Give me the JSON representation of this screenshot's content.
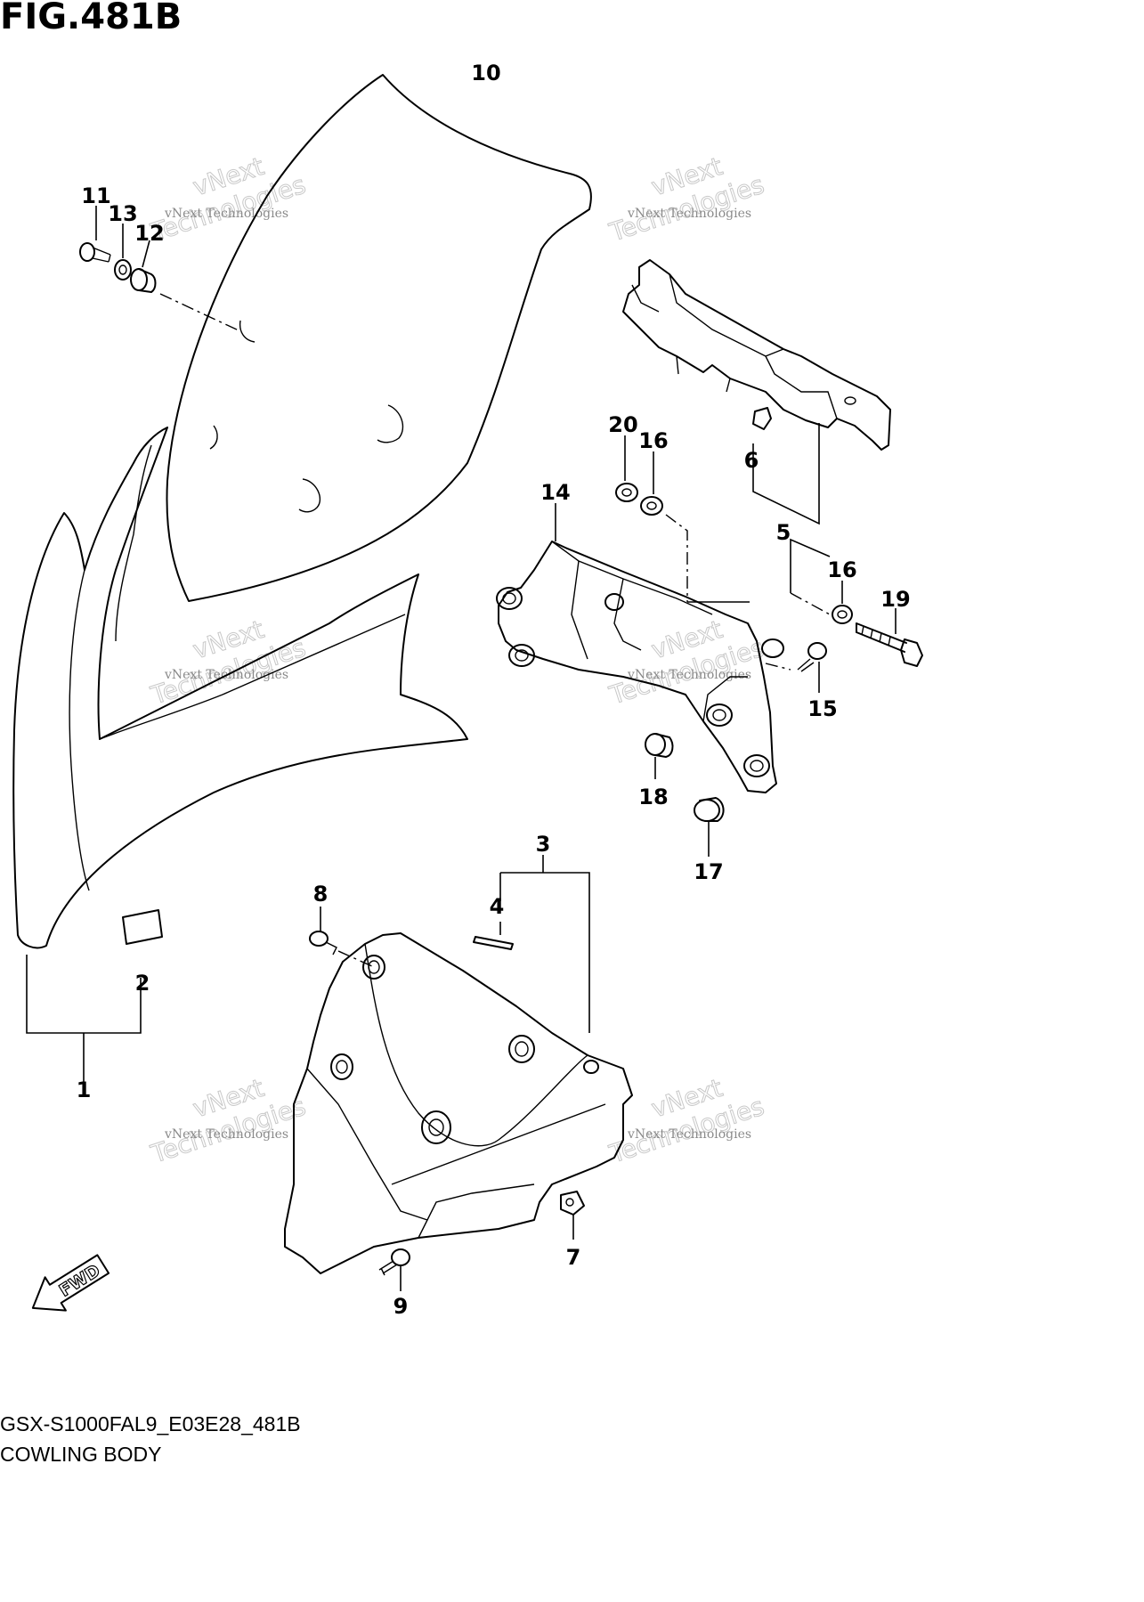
{
  "figure": {
    "title": "FIG.481B",
    "model_code": "GSX-S1000FAL9_E03E28_481B",
    "name": "COWLING BODY"
  },
  "fwd_label": "FWD",
  "watermark": {
    "line1": "vNext Technologies",
    "line2": "vNext",
    "line3": "Technologies"
  },
  "callouts": [
    "10",
    "11",
    "13",
    "12",
    "20",
    "16",
    "14",
    "6",
    "5",
    "16",
    "19",
    "15",
    "18",
    "17",
    "3",
    "4",
    "8",
    "2",
    "1",
    "7",
    "9"
  ]
}
